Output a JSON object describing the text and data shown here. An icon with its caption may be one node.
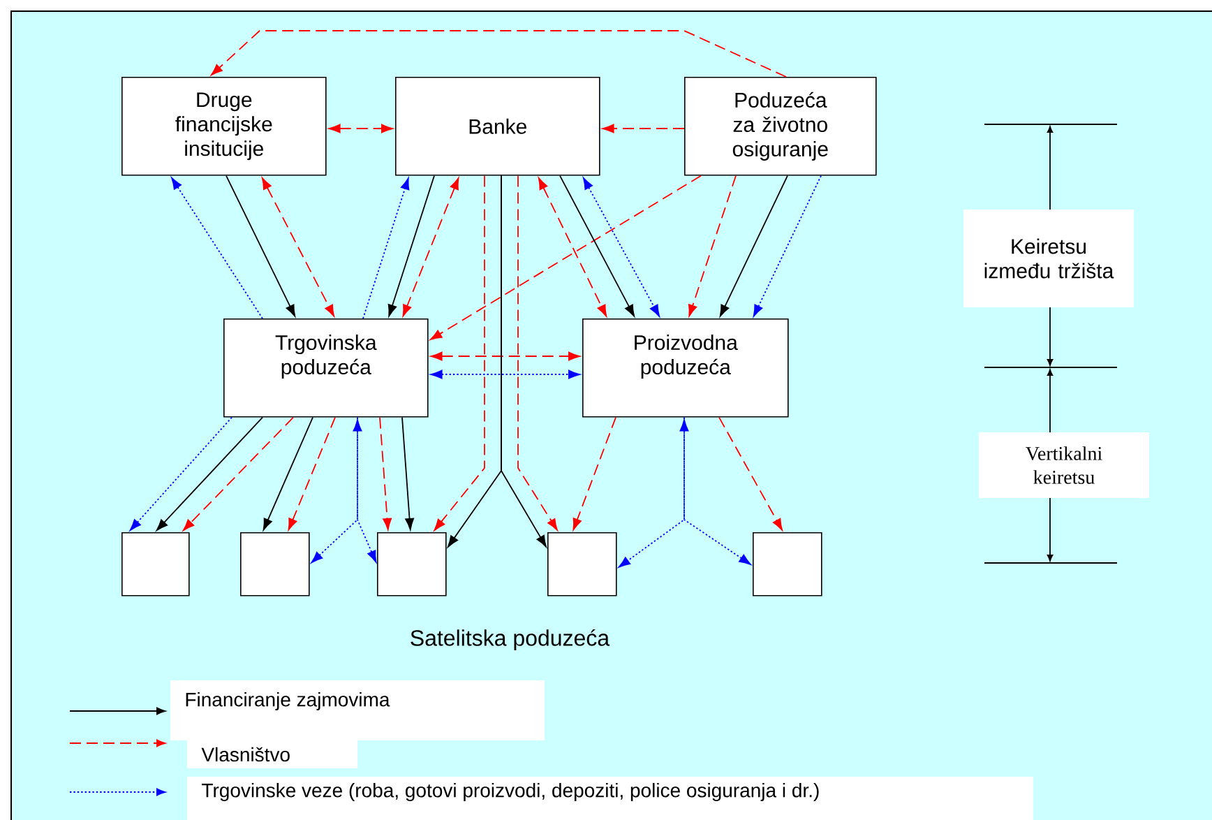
{
  "diagram": {
    "nodes": [
      {
        "text": [
          "Druge financijske insitucije"
        ]
      },
      {
        "text": [
          "Banke"
        ]
      },
      {
        "text": [
          "Poduzeća za životno osiguranje"
        ]
      },
      {
        "text": [
          "Trgovinska poduzeća"
        ]
      },
      {
        "text": [
          "Proizvodna poduzeća"
        ]
      },
      {
        "text": [],
        "shape": "box"
      },
      {
        "text": [],
        "shape": "box"
      },
      {
        "text": [],
        "shape": "box"
      },
      {
        "text": [],
        "shape": "box"
      },
      {
        "text": [],
        "shape": "box"
      }
    ],
    "edges": [
      {
        "from": 2,
        "to": 0,
        "arrow": "to",
        "style": "dashed",
        "color": "#ff0000"
      },
      {
        "from": 0,
        "to": 1,
        "arrow": "both",
        "style": "dashed",
        "color": "#ff0000"
      },
      {
        "from": 2,
        "to": 1,
        "arrow": "to",
        "style": "dashed",
        "color": "#ff0000"
      },
      {
        "from": 0,
        "to": 3,
        "arrow": "to",
        "color": "#000000"
      },
      {
        "from": 3,
        "to": 0,
        "arrow": "to",
        "style": "dashed",
        "color": "#0000ff"
      },
      {
        "from": 0,
        "to": 3,
        "arrow": "both",
        "style": "dashed",
        "color": "#ff0000"
      },
      {
        "from": 1,
        "to": 3,
        "arrow": "to",
        "color": "#000000"
      },
      {
        "from": 3,
        "to": 1,
        "arrow": "to",
        "style": "dashed",
        "color": "#0000ff"
      },
      {
        "from": 1,
        "to": 3,
        "arrow": "both",
        "style": "dashed",
        "color": "#ff0000"
      },
      {
        "from": 2,
        "to": 3,
        "arrow": "to",
        "style": "dashed",
        "color": "#ff0000"
      },
      {
        "from": 1,
        "to": 4,
        "arrow": "both",
        "style": "dashed",
        "color": "#ff0000"
      },
      {
        "from": 1,
        "to": 4,
        "arrow": "to",
        "color": "#000000"
      },
      {
        "from": 1,
        "to": 4,
        "arrow": "both",
        "style": "dashed",
        "color": "#0000ff"
      },
      {
        "from": 2,
        "to": 4,
        "arrow": "to",
        "style": "dashed",
        "color": "#ff0000"
      },
      {
        "from": 2,
        "to": 4,
        "arrow": "to",
        "color": "#000000"
      },
      {
        "from": 2,
        "to": 4,
        "arrow": "to",
        "style": "dashed",
        "color": "#0000ff"
      },
      {
        "from": 3,
        "to": 4,
        "arrow": "both",
        "style": "dashed",
        "color": "#ff0000"
      },
      {
        "from": 3,
        "to": 4,
        "arrow": "both",
        "style": "dashed",
        "color": "#0000ff"
      },
      {
        "from": 1,
        "to": 7,
        "arrow": "to",
        "style": "dashed",
        "color": "#ff0000"
      },
      {
        "from": 1,
        "to": 7,
        "arrow": "to",
        "color": "#000000"
      },
      {
        "from": 1,
        "to": 8,
        "arrow": "to",
        "color": "#000000"
      },
      {
        "from": 1,
        "to": 8,
        "arrow": "to",
        "style": "dashed",
        "color": "#ff0000"
      },
      {
        "from": 3,
        "to": 5,
        "arrow": "to",
        "style": "dashed",
        "color": "#0000ff"
      },
      {
        "from": 3,
        "to": 5,
        "arrow": "to",
        "color": "#000000"
      },
      {
        "from": 3,
        "to": 5,
        "arrow": "to",
        "style": "dashed",
        "color": "#ff0000"
      },
      {
        "from": 3,
        "to": 6,
        "arrow": "to",
        "color": "#000000"
      },
      {
        "from": 3,
        "to": 6,
        "arrow": "to",
        "style": "dashed",
        "color": "#ff0000"
      },
      {
        "from": 3,
        "to": 6,
        "arrow": "both",
        "style": "dashed",
        "color": "#0000ff"
      },
      {
        "from": 3,
        "to": 7,
        "arrow": "to",
        "style": "dashed",
        "color": "#0000ff"
      },
      {
        "from": 3,
        "to": 7,
        "arrow": "to",
        "style": "dashed",
        "color": "#ff0000"
      },
      {
        "from": 3,
        "to": 7,
        "arrow": "to",
        "color": "#000000"
      },
      {
        "from": 4,
        "to": 8,
        "arrow": "to",
        "style": "dashed",
        "color": "#ff0000"
      },
      {
        "from": 4,
        "to": 8,
        "arrow": "both",
        "style": "dashed",
        "color": "#0000ff"
      },
      {
        "from": 4,
        "to": 9,
        "arrow": "to",
        "style": "dashed",
        "color": "#0000ff"
      },
      {
        "from": 4,
        "to": 9,
        "arrow": "to",
        "style": "dashed",
        "color": "#ff0000"
      }
    ],
    "labels": [
      "Keiretsu između tržišta",
      "Vertikalni keiretsu",
      "Satelitska poduzeća"
    ],
    "legend": [
      {
        "text": "Financiranje zajmovima"
      },
      {
        "text": "Vlasništvo"
      },
      {
        "text": "Trgovinske veze (roba, gotovi proizvodi, depoziti, police osiguranja i dr.)"
      }
    ]
  }
}
